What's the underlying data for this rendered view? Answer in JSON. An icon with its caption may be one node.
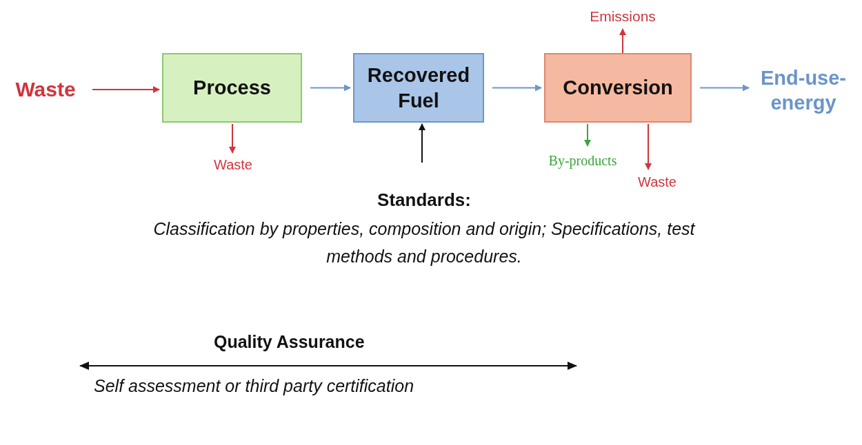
{
  "diagram": {
    "nodes": [
      {
        "text": [
          "Waste"
        ]
      },
      {
        "text": [
          "Process"
        ]
      },
      {
        "text": [
          "Recovered Fuel"
        ]
      },
      {
        "text": [
          "Conversion"
        ]
      },
      {
        "text": [
          "End-use-energy"
        ]
      },
      {
        "text": [
          "Waste"
        ]
      },
      {
        "text": [
          "Standards:",
          "Classification by properties, composition and origin; Specifications, test methods and procedures."
        ]
      },
      {
        "text": [
          "Emissions"
        ]
      },
      {
        "text": [
          "By-products"
        ]
      },
      {
        "text": [
          "Waste"
        ]
      }
    ],
    "edges": [
      {
        "from": 0,
        "to": 1,
        "arrow": "to"
      },
      {
        "from": 1,
        "to": 2,
        "arrow": "to",
        "color": "#6f95c8"
      },
      {
        "from": 2,
        "to": 3,
        "arrow": "to",
        "color": "#6f95c8"
      },
      {
        "from": 3,
        "to": 4,
        "arrow": "to",
        "color": "#6f95c8"
      },
      {
        "from": 1,
        "to": 5,
        "arrow": "to"
      },
      {
        "from": 6,
        "to": 2,
        "arrow": "to",
        "color": "#111111"
      },
      {
        "from": 3,
        "to": 7,
        "arrow": "to"
      },
      {
        "from": 3,
        "to": 8,
        "arrow": "to",
        "color": "#3aa53a"
      },
      {
        "from": 3,
        "to": 9,
        "arrow": "to"
      }
    ],
    "labels": [
      "Quality Assurance",
      "Self assessment or third party certification"
    ]
  }
}
